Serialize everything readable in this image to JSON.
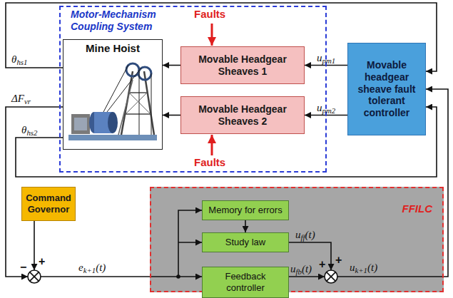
{
  "diagram": {
    "nodes": [
      {
        "text": [
          "Motor-Mechanism Coupling System"
        ]
      },
      {
        "text": [
          "Mine Hoist"
        ],
        "in": 0
      },
      {
        "text": [
          "Movable Headgear Sheaves 1"
        ],
        "in": 0
      },
      {
        "text": [
          "Movable Headgear Sheaves 2"
        ],
        "in": 0
      },
      {
        "text": [
          "Movable headgear sheave fault tolerant controller"
        ]
      },
      {
        "text": [
          "Command Governor"
        ]
      },
      {
        "text": [
          "FFILC"
        ]
      },
      {
        "text": [
          "Memory for errors"
        ],
        "in": 6
      },
      {
        "text": [
          "Study law"
        ],
        "in": 6
      },
      {
        "text": [
          "Feedback controller"
        ],
        "in": 6
      }
    ],
    "edges": [
      {
        "from": 2,
        "to": 1,
        "arrow": "to"
      },
      {
        "from": 3,
        "to": 1,
        "arrow": "to"
      },
      {
        "from": 4,
        "to": 2,
        "arrow": "to",
        "label": "upm1"
      },
      {
        "from": 4,
        "to": 3,
        "arrow": "to",
        "label": "upm2"
      },
      {
        "from": 7,
        "to": 8,
        "arrow": "to"
      }
    ],
    "labels": [
      "Faults",
      "Faults",
      "θhs1",
      "ΔFvr",
      "θhs2",
      "+",
      "−",
      "ek+1(t)",
      "uff(t)",
      "ufb(t)",
      "+",
      "+",
      "uk+1(t)"
    ]
  }
}
